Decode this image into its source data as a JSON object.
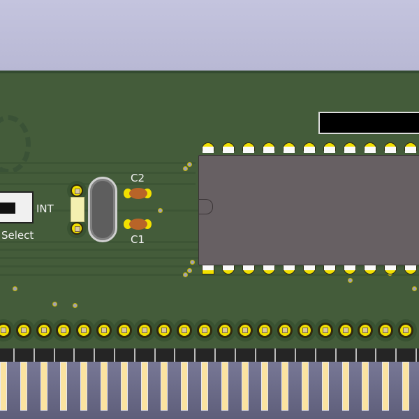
{
  "scene": {
    "type": "pcb-3d-render",
    "background_color": "#bcbcd8",
    "board_color": "#445c3a",
    "pad_color": "#f2e000",
    "ic_color": "#676063"
  },
  "labels": {
    "c2": "C2",
    "c1": "C1",
    "int": "INT",
    "select": "Select"
  },
  "components": {
    "ic_pins_per_row_visible": 11,
    "header_pins_visible": 21
  }
}
